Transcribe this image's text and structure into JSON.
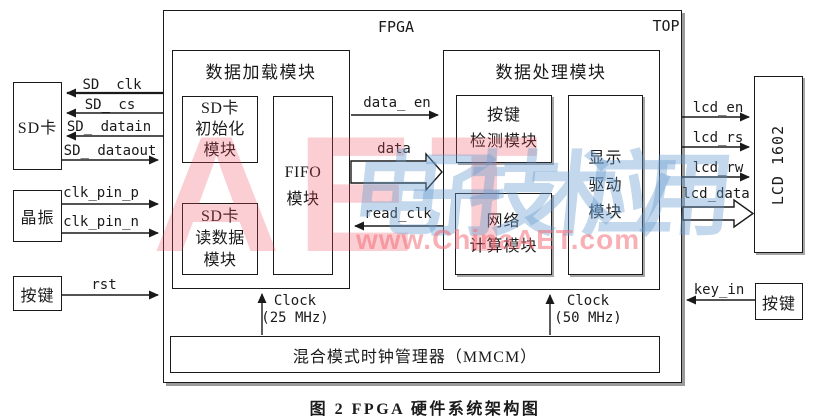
{
  "figure": {
    "caption": "图 2  FPGA 硬件系统架构图"
  },
  "fpga": {
    "label": "FPGA",
    "corner_label": "TOP"
  },
  "external_left": {
    "sd_card": "SD卡",
    "crystal": "晶振",
    "key": "按键"
  },
  "external_right": {
    "lcd": "LCD 1602",
    "key": "按键"
  },
  "loading_module": {
    "title": "数据加载模块",
    "sd_init": [
      "SD卡",
      "初始化",
      "模块"
    ],
    "fifo": [
      "FIFO",
      "模块"
    ],
    "sd_read": [
      "SD卡",
      "读数据",
      "模块"
    ]
  },
  "processing_module": {
    "title": "数据处理模块",
    "key_detect": [
      "按键",
      "检测模块"
    ],
    "network_calc": [
      "网络",
      "计算模块"
    ],
    "display_drive": [
      "显示",
      "驱动",
      "模块"
    ]
  },
  "mmcm": {
    "label": "混合模式时钟管理器（MMCM）"
  },
  "signals": {
    "sd_clk": "SD_ clk",
    "sd_cs": "SD_ cs",
    "sd_datain": "SD_ datain",
    "sd_dataout": "SD_ dataout",
    "clk_pin_p": "clk_pin_p",
    "clk_pin_n": "clk_pin_n",
    "rst": "rst",
    "data_en": "data_ en",
    "data": "data",
    "read_clk": "read_clk",
    "lcd_en": "lcd_en",
    "lcd_rs": "lcd_rs",
    "lcd_rw": "lcd_rw",
    "lcd_data": "lcd_data",
    "key_in": "key_in"
  },
  "clocks": {
    "clock25": [
      "Clock",
      "(25 MHz)"
    ],
    "clock50": [
      "Clock",
      "(50 MHz)"
    ]
  },
  "watermark": {
    "logo": "AET",
    "calligraphy": "电子技术应用",
    "url": "www.ChinaAET.com",
    "logo_color": "#e94b5a",
    "calligraphy_color": "#699ed0",
    "url_color": "#f26e78"
  },
  "colors": {
    "line": "#1a1a1a",
    "shadow": "#9b9b9b",
    "background": "#ffffff"
  }
}
